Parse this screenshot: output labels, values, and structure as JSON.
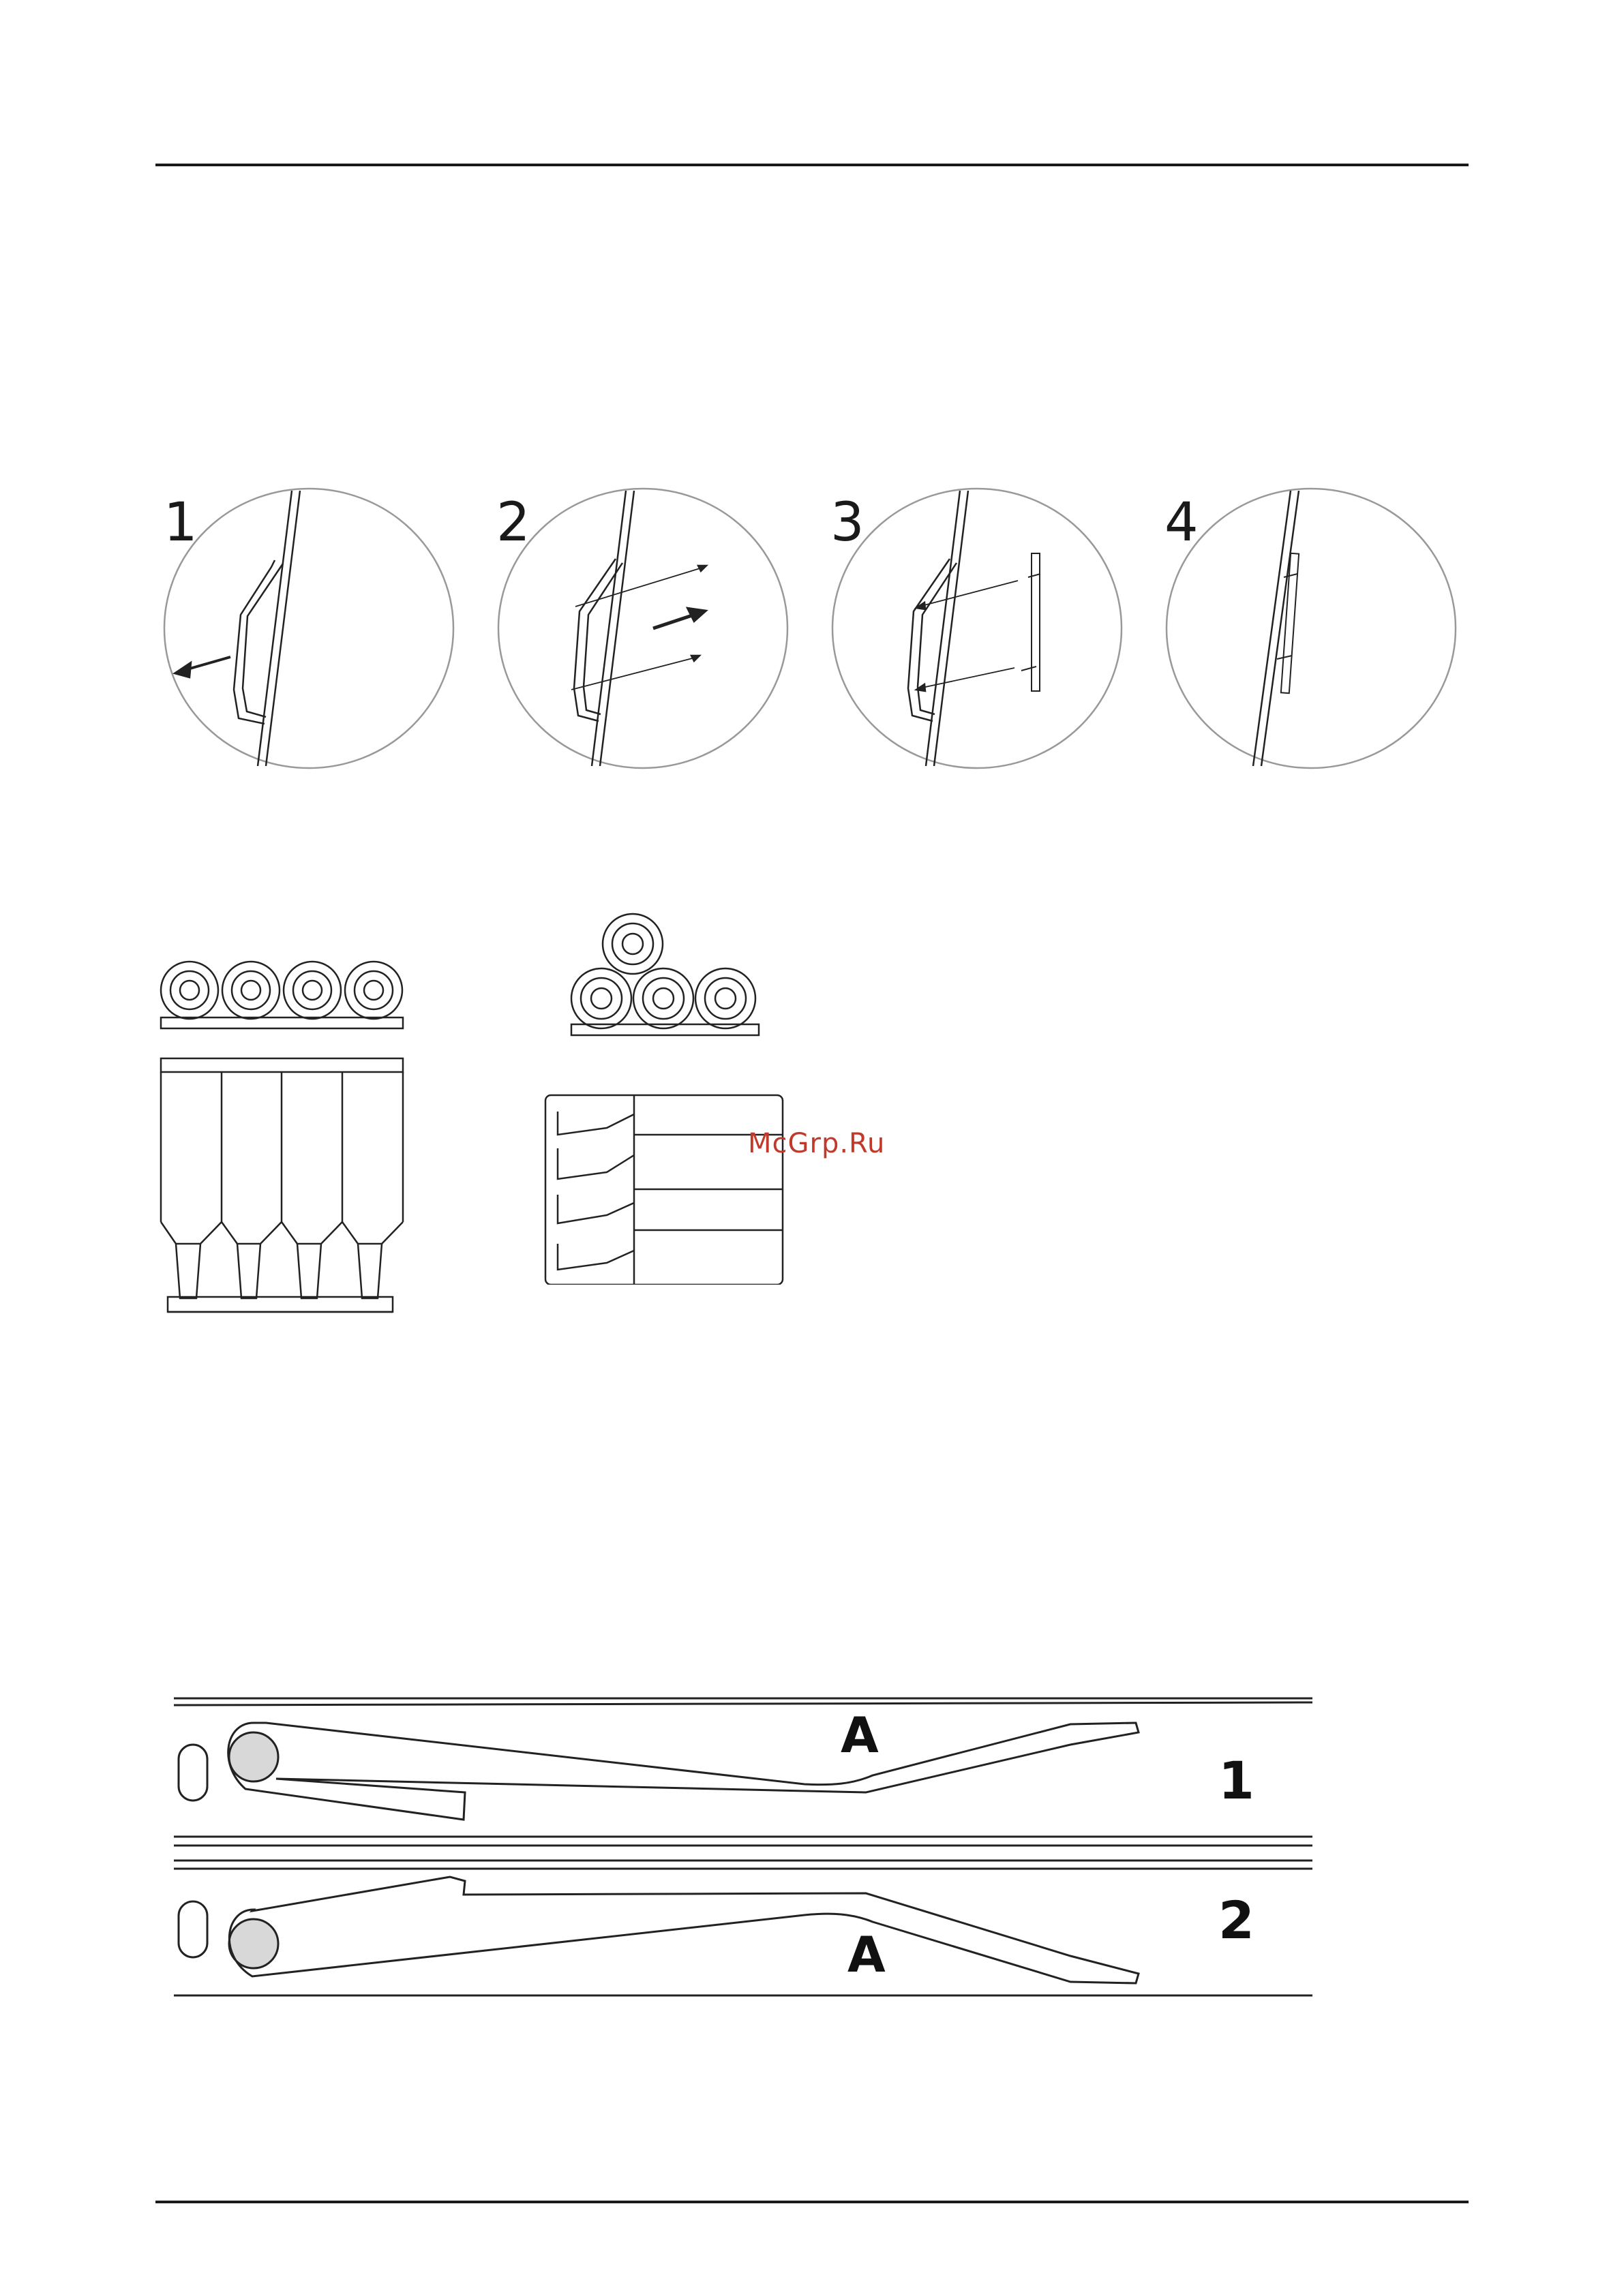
{
  "steps": [
    "1",
    "2",
    "3",
    "4"
  ],
  "watermark": "McGrp.Ru",
  "lever": {
    "part_label_top": "A",
    "part_label_bottom": "A",
    "position_top": "1",
    "position_bottom": "2"
  }
}
